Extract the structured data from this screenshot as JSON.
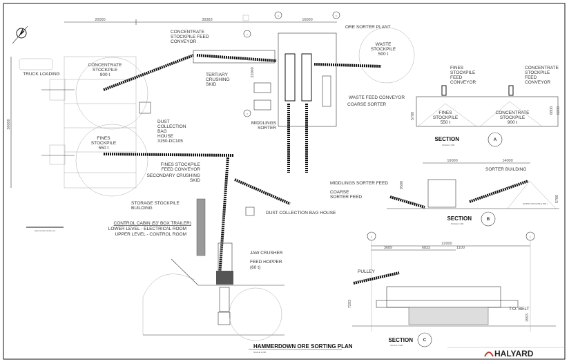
{
  "title": {
    "main": "HAMMERDOWN ORE SORTING PLAN",
    "scale": "SCALE 1:200"
  },
  "brand": {
    "name": "HALYARD",
    "color": "#c0392b"
  },
  "dimensions": {
    "plan_width_a": "20000",
    "plan_width_b": "39383",
    "plant_width": "16000",
    "plant_depth": "22000",
    "building_depth": "36000"
  },
  "plan_labels": {
    "truck_loading": "TRUCK LOADING",
    "concentrate_stockpile": [
      "CONCENTRATE",
      "STOCKPILE",
      "900 t"
    ],
    "fines_stockpile": [
      "FINES",
      "STOCKPILE",
      "550 t"
    ],
    "concentrate_feed_conveyor": [
      "CONCENTRATE",
      "STOCKPILE FEED",
      "CONVEYOR"
    ],
    "tertiary_crushing": [
      "TERTIARY",
      "CRUSHING",
      "SKID"
    ],
    "dust_collection": [
      "DUST",
      "COLLECTION",
      "BAG",
      "HOUSE",
      "3150-DC105"
    ],
    "fines_feed_conveyor": [
      "FINES STOCKPILE",
      "FEED CONVEYOR"
    ],
    "secondary_crushing": [
      "SECONDARY CRUSHING",
      "SKID"
    ],
    "ore_sorter_plant": "ORE SORTER PLANT",
    "waste_stockpile": [
      "WASTE",
      "STOCKPILE",
      "500 t"
    ],
    "waste_feed_conveyor": "WASTE FEED CONVEYOR",
    "coarse_sorter": "COARSE SORTER",
    "middlings_sorter": [
      "MIDDLINGS",
      "SORTER"
    ],
    "middlings_sorter_feed": "MIDDLINGS SORTER FEED",
    "coarse_sorter_feed": [
      "COARSE",
      "SORTER FEED"
    ],
    "dust_collection_bag_house": "DUST COLLECTION BAG HOUSE",
    "storage_building": [
      "STORAGE STOCKPILE",
      "BUILDING"
    ],
    "control_cabin": [
      "CONTROL CABIN (53' BOX TRAILER)",
      "LOWER LEVEL - ELECTRICAL ROOM",
      "UPPER LEVEL - CONTROL ROOM"
    ],
    "jaw_crusher": "JAW CRUSHER",
    "feed_hopper": [
      "FEED HOPPER",
      "(60 t)"
    ],
    "scale_bar": "Approximate Scale (m)"
  },
  "grid_bubbles": {
    "a": "A",
    "c": "C",
    "one": "1",
    "two": "2",
    "b": "B"
  },
  "section_a": {
    "title": "SECTION",
    "mark": "A",
    "scale": "SCALE 1:200",
    "fines_conveyor": [
      "FINES",
      "STOCKPILE",
      "FEED",
      "CONVEYOR"
    ],
    "conc_conveyor": [
      "CONCENTRATE",
      "STOCKPILE",
      "FEED",
      "CONVEYOR"
    ],
    "fines": [
      "FINES",
      "STOCKPILE",
      "550 t"
    ],
    "conc": [
      "CONCENTRATE",
      "STOCKPILE",
      "900 t"
    ],
    "dims": [
      "5700",
      "6800",
      "8200"
    ]
  },
  "section_b": {
    "title": "SECTION",
    "mark": "B",
    "scale": "SCALE 1:200",
    "dims": [
      "16000",
      "14000",
      "9500",
      "5700"
    ],
    "sorter_building": "SORTER BUILDING",
    "waste": "WASTE STOCKPILE 500 t"
  },
  "section_c": {
    "title": "SECTION",
    "mark": "C",
    "scale": "SCALE 1:100",
    "dims": [
      "22000",
      "3689",
      "6833",
      "1100",
      "7293",
      "1993"
    ],
    "pulley": "PULLEY",
    "belt": "T.O. BELT"
  }
}
